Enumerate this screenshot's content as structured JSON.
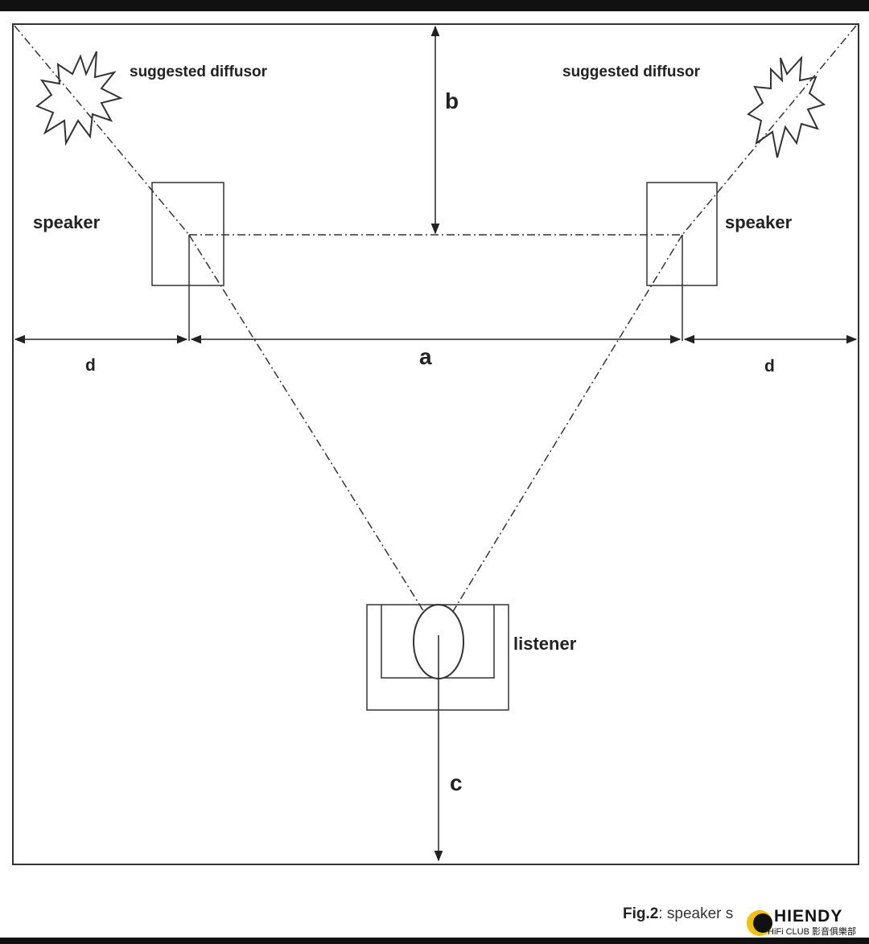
{
  "labels": {
    "diffuser_left": "suggested diffusor",
    "diffuser_right": "suggested diffusor",
    "speaker_left": "speaker",
    "speaker_right": "speaker",
    "listener": "listener",
    "dim_a": "a",
    "dim_b": "b",
    "dim_c": "c",
    "dim_d_left": "d",
    "dim_d_right": "d"
  },
  "caption": {
    "prefix": "Fig.2",
    "text": ": speaker s"
  },
  "logo": {
    "name": "HIENDY",
    "sub": "HiFi CLUB 影音俱樂部"
  },
  "colors": {
    "line": "#333333",
    "frame": "#111111"
  }
}
